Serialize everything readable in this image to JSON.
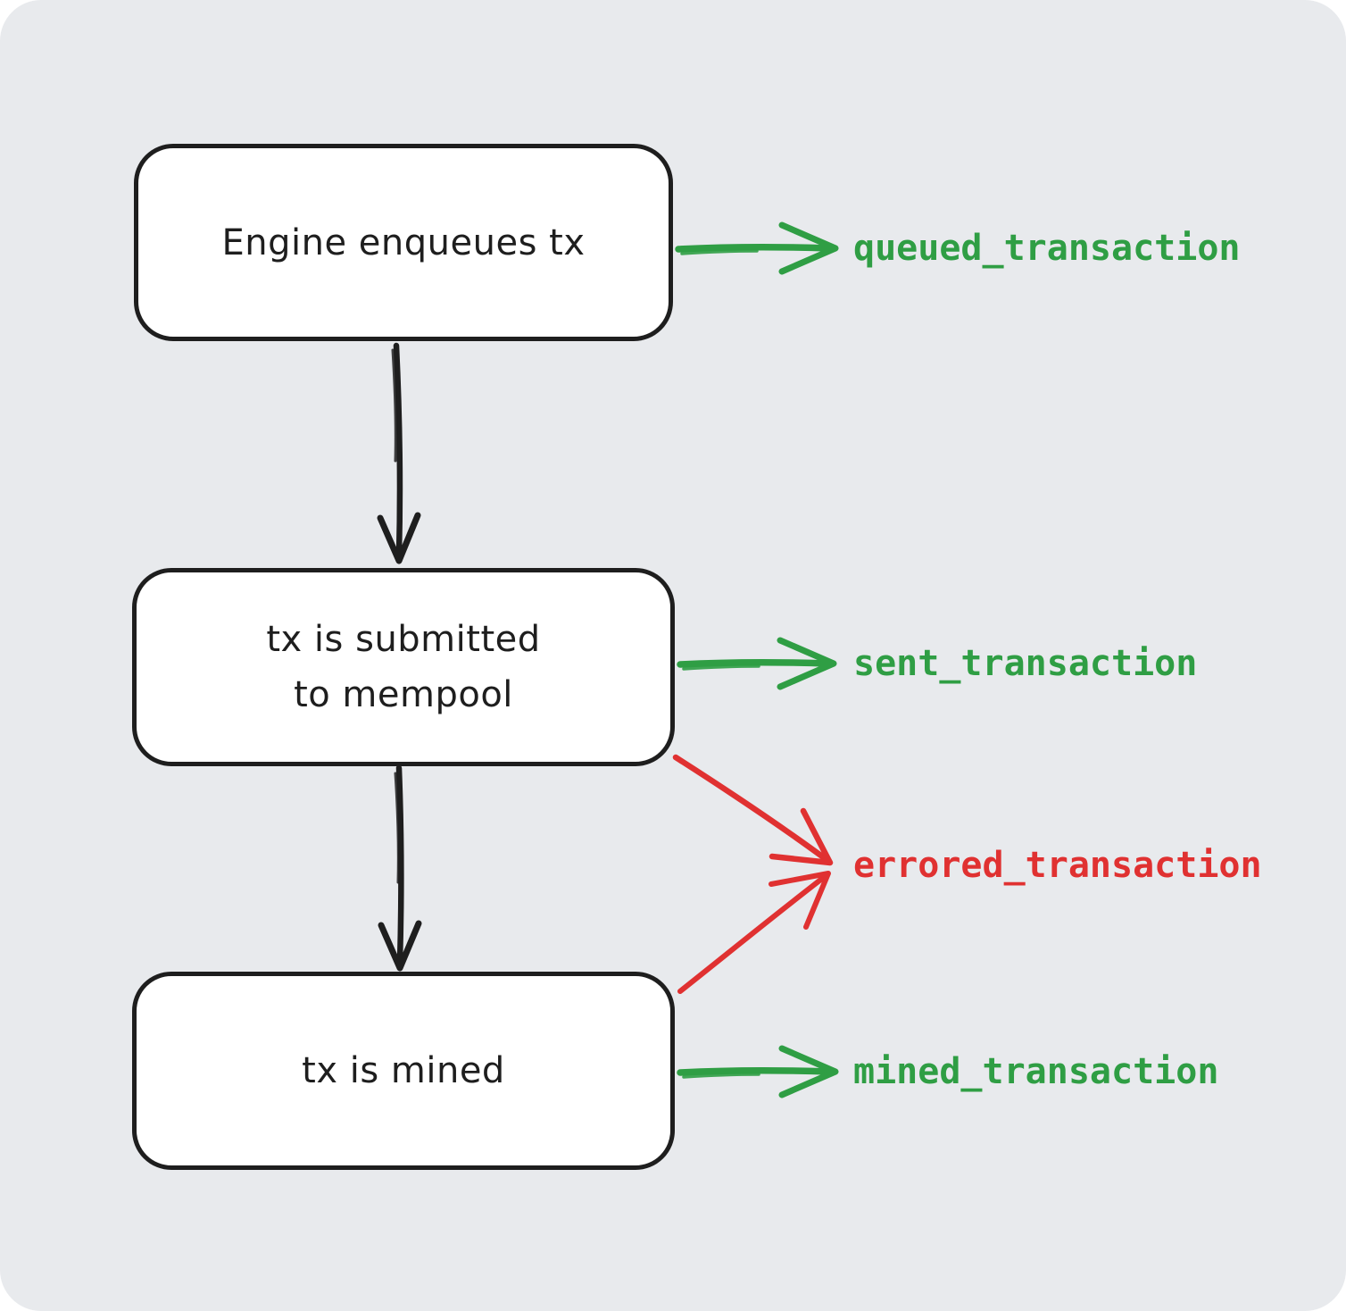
{
  "diagram": {
    "nodes": [
      {
        "id": "engine-enqueues-tx",
        "label": "Engine enqueues tx"
      },
      {
        "id": "tx-submitted-to-mempool",
        "label": "tx is submitted\nto mempool"
      },
      {
        "id": "tx-is-mined",
        "label": "tx is mined"
      }
    ],
    "events": [
      {
        "label": "queued_transaction",
        "status": "success",
        "from": "Engine enqueues tx"
      },
      {
        "label": "sent_transaction",
        "status": "success",
        "from": "tx is submitted to mempool"
      },
      {
        "label": "errored_transaction",
        "status": "error",
        "from": "tx is submitted to mempool / tx is mined"
      },
      {
        "label": "mined_transaction",
        "status": "success",
        "from": "tx is mined"
      }
    ],
    "flow": [
      {
        "from": "Engine enqueues tx",
        "to": "tx is submitted to mempool"
      },
      {
        "from": "tx is submitted to mempool",
        "to": "tx is mined"
      }
    ]
  },
  "colors": {
    "success_green": "#2f9e44",
    "error_red": "#e03131",
    "stroke_black": "#1e1e1e",
    "canvas_background": "#e8eaed",
    "node_fill": "#ffffff"
  }
}
